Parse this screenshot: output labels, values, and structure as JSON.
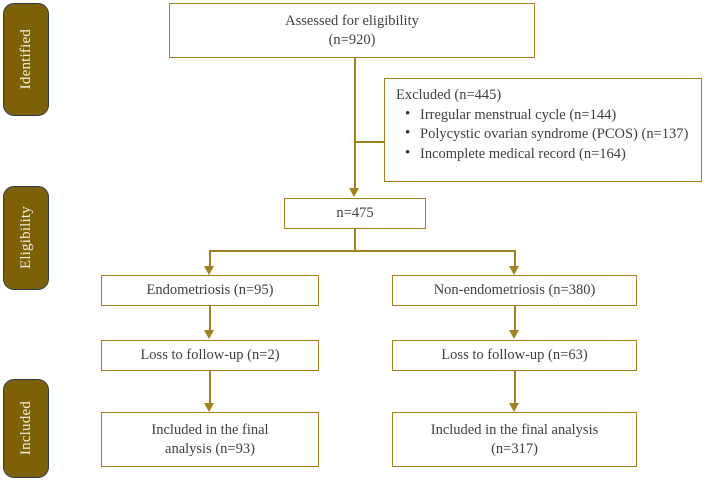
{
  "figure": {
    "type": "prisma-flow-diagram",
    "colors": {
      "box_border": "#a0831a",
      "connector": "#a0831a",
      "badge_fill": "#7e6106",
      "badge_border": "#2b3b52",
      "badge_text": "#f4efe2",
      "box_text": "#3f3f3f"
    }
  },
  "stages": [
    {
      "label": "Identified"
    },
    {
      "label": "Eligibility"
    },
    {
      "label": "Included"
    }
  ],
  "nodes": {
    "assessed": {
      "line1": "Assessed for eligibility",
      "line2": "(n=920)"
    },
    "excluded": {
      "title": "Excluded (n=445)",
      "items": [
        "Irregular menstrual cycle (n=144)",
        "Polycystic ovarian syndrome (PCOS) (n=137)",
        "Incomplete medical record (n=164)"
      ]
    },
    "eligible": {
      "label": "n=475"
    },
    "group_left": {
      "label": "Endometriosis (n=95)"
    },
    "group_right": {
      "label": "Non-endometriosis (n=380)"
    },
    "loss_left": {
      "label": "Loss to follow-up (n=2)"
    },
    "loss_right": {
      "label": "Loss to follow-up (n=63)"
    },
    "final_left": {
      "line1": "Included in the final",
      "line2": "analysis (n=93)"
    },
    "final_right": {
      "line1": "Included in the final analysis",
      "line2": "(n=317)"
    }
  }
}
